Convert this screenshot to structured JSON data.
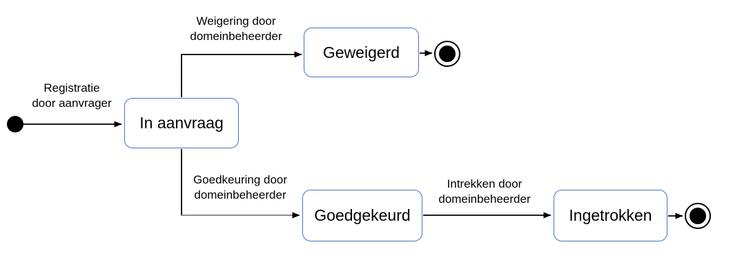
{
  "diagram": {
    "type": "state-diagram",
    "background_color": "#FFFFFF",
    "state_border_color": "#4472C4",
    "state_fill_color": "#FFFFFF",
    "connector_color": "#000000",
    "approve_connector_segment_color": "#7F7F7F",
    "text_color": "#000000",
    "states": [
      {
        "id": "in-aanvraag",
        "label": "In aanvraag"
      },
      {
        "id": "geweigerd",
        "label": "Geweigerd"
      },
      {
        "id": "goedgekeurd",
        "label": "Goedgekeurd"
      },
      {
        "id": "ingetrokken",
        "label": "Ingetrokken"
      }
    ],
    "start_nodes": [
      {
        "id": "start"
      }
    ],
    "end_nodes": [
      {
        "id": "end-after-geweigerd"
      },
      {
        "id": "end-after-ingetrokken"
      }
    ],
    "transitions": [
      {
        "from": "start",
        "to": "in-aanvraag",
        "label_line1": "Registratie",
        "label_line2": "door aanvrager"
      },
      {
        "from": "in-aanvraag",
        "to": "geweigerd",
        "label_line1": "Weigering door",
        "label_line2": "domeinbeheerder"
      },
      {
        "from": "in-aanvraag",
        "to": "goedgekeurd",
        "label_line1": "Goedkeuring door",
        "label_line2": "domeinbeheerder"
      },
      {
        "from": "goedgekeurd",
        "to": "ingetrokken",
        "label_line1": "Intrekken door",
        "label_line2": "domeinbeheerder"
      },
      {
        "from": "geweigerd",
        "to": "end-after-geweigerd"
      },
      {
        "from": "ingetrokken",
        "to": "end-after-ingetrokken"
      }
    ]
  }
}
